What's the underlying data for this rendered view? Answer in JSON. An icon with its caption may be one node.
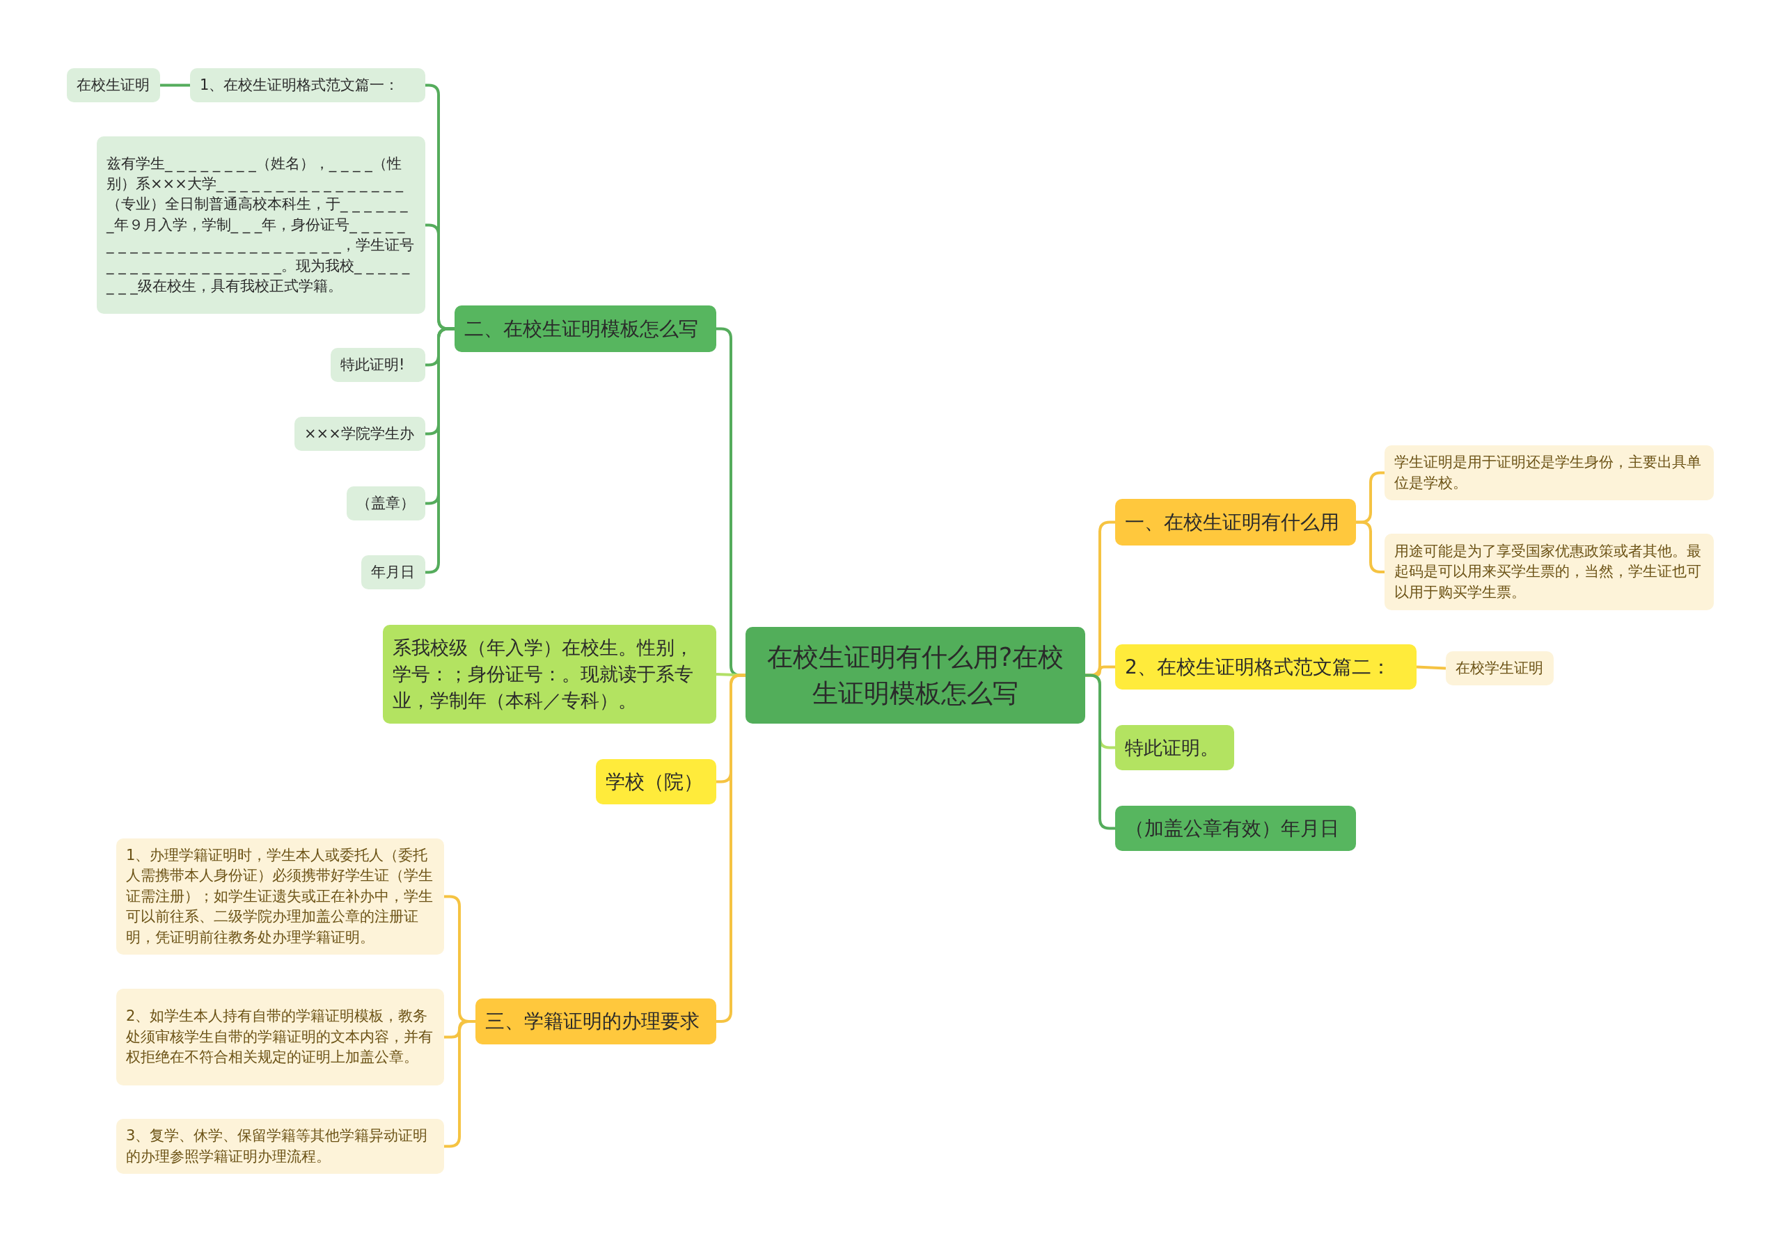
{
  "diagram": {
    "nodes": [
      {
        "text": [
          "在校生证明有什么用?在校生证明模板怎么写"
        ]
      },
      {
        "text": [
          "二、在校生证明模板怎么写"
        ]
      },
      {
        "text": [
          "1、在校生证明格式范文篇一："
        ]
      },
      {
        "text": [
          "在校生证明"
        ]
      },
      {
        "text": [
          "兹有学生_ _ _ _ _ _ _ _（姓名），_ _ _ _（性别）系×××大学_ _ _ _ _ _ _ _ _ _ _ _ _ _ _ _（专业）全日制普通高校本科生，于_ _ _ _ _ _ _年９月入学，学制_ _ _年，身份证号_ _ _ _ _ _ _ _ _ _ _ _ _ _ _ _ _ _ _ _ _ _ _ _ _，学生证号_ _ _ _ _ _ _ _ _ _ _ _ _ _ _。现为我校_ _ _ _ _ _ _ _级在校生，具有我校正式学籍。"
        ]
      },
      {
        "text": [
          "特此证明!"
        ]
      },
      {
        "text": [
          "×××学院学生办"
        ]
      },
      {
        "text": [
          "（盖章）"
        ]
      },
      {
        "text": [
          "年月日"
        ]
      },
      {
        "text": [
          "系我校级（年入学）在校生。性别，学号：；身份证号：。现就读于系专业，学制年（本科／专科）。"
        ]
      },
      {
        "text": [
          "学校（院）"
        ]
      },
      {
        "text": [
          "三、学籍证明的办理要求"
        ]
      },
      {
        "text": [
          "1、办理学籍证明时，学生本人或委托人（委托人需携带本人身份证）必须携带好学生证（学生证需注册）；如学生证遗失或正在补办中，学生可以前往系、二级学院办理加盖公章的注册证明，凭证明前往教务处办理学籍证明。"
        ]
      },
      {
        "text": [
          "2、如学生本人持有自带的学籍证明模板，教务处须审核学生自带的学籍证明的文本内容，并有权拒绝在不符合相关规定的证明上加盖公章。"
        ]
      },
      {
        "text": [
          "3、复学、休学、保留学籍等其他学籍异动证明的办理参照学籍证明办理流程。"
        ]
      },
      {
        "text": [
          "一、在校生证明有什么用"
        ]
      },
      {
        "text": [
          "学生证明是用于证明还是学生身份，主要出具单位是学校。"
        ]
      },
      {
        "text": [
          "用途可能是为了享受国家优惠政策或者其他。最起码是可以用来买学生票的，当然，学生证也可以用于购买学生票。"
        ]
      },
      {
        "text": [
          "2、在校生证明格式范文篇二："
        ]
      },
      {
        "text": [
          "在校学生证明"
        ]
      },
      {
        "text": [
          "特此证明。"
        ]
      },
      {
        "text": [
          "（加盖公章有效）年月日"
        ]
      }
    ],
    "edges": [
      {
        "from": 0,
        "to": 1,
        "arrow": "none",
        "color": "#55ac5c"
      },
      {
        "from": 1,
        "to": 2,
        "arrow": "none",
        "color": "#55ac5c"
      },
      {
        "from": 2,
        "to": 3,
        "arrow": "none",
        "color": "#55ac5c"
      },
      {
        "from": 1,
        "to": 4,
        "arrow": "none",
        "color": "#55ac5c"
      },
      {
        "from": 1,
        "to": 5,
        "arrow": "none",
        "color": "#55ac5c"
      },
      {
        "from": 1,
        "to": 6,
        "arrow": "none",
        "color": "#55ac5c"
      },
      {
        "from": 1,
        "to": 7,
        "arrow": "none",
        "color": "#55ac5c"
      },
      {
        "from": 1,
        "to": 8,
        "arrow": "none",
        "color": "#55ac5c"
      },
      {
        "from": 0,
        "to": 9,
        "arrow": "none",
        "color": "#b2e067"
      },
      {
        "from": 0,
        "to": 10,
        "arrow": "none"
      },
      {
        "from": 0,
        "to": 11,
        "arrow": "none"
      },
      {
        "from": 11,
        "to": 12,
        "arrow": "none"
      },
      {
        "from": 11,
        "to": 13,
        "arrow": "none"
      },
      {
        "from": 11,
        "to": 14,
        "arrow": "none"
      },
      {
        "from": 0,
        "to": 15,
        "arrow": "none"
      },
      {
        "from": 15,
        "to": 16,
        "arrow": "none"
      },
      {
        "from": 15,
        "to": 17,
        "arrow": "none"
      },
      {
        "from": 0,
        "to": 18,
        "arrow": "none"
      },
      {
        "from": 18,
        "to": 19,
        "arrow": "none"
      },
      {
        "from": 0,
        "to": 20,
        "arrow": "none",
        "color": "#b2e067"
      },
      {
        "from": 0,
        "to": 21,
        "arrow": "none",
        "color": "#55ac5c"
      }
    ]
  }
}
